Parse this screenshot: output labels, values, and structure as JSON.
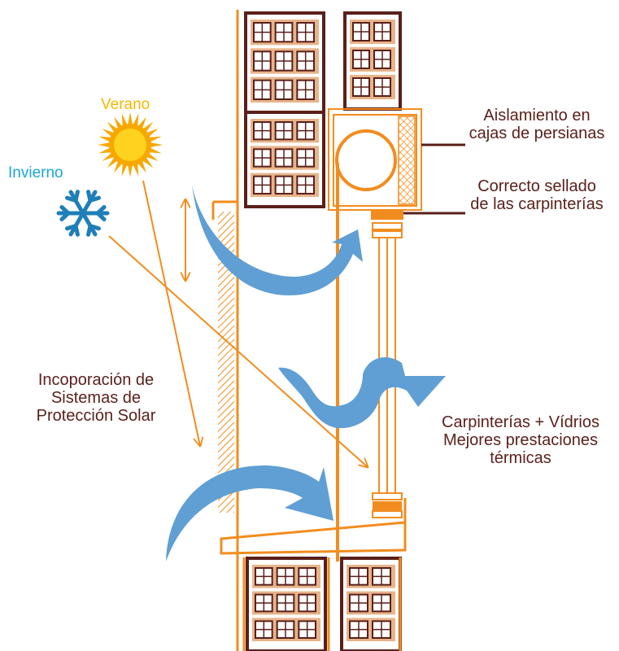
{
  "labels": {
    "verano": "Verano",
    "invierno": "Invierno",
    "aislamiento": [
      "Aislamiento en",
      "cajas de persianas"
    ],
    "sellado": [
      "Correcto sellado",
      "de las carpinterías"
    ],
    "proteccion": [
      "Incoporación de",
      "Sistemas de",
      "Protección Solar"
    ],
    "carpinterias": [
      "Carpinterías + Vídrios",
      "Mejores prestaciones",
      "térmicas"
    ]
  },
  "colors": {
    "orange": "#f28c1e",
    "brown": "#5a1f1a",
    "tan": "#e8b48a",
    "blue": "#5f9fd3",
    "sun": "#f6a800",
    "sun_core": "#ffd21f",
    "snow": "#1e7fb8",
    "verano_text": "#f5b800",
    "invierno_text": "#1aa7d6"
  },
  "icons": {
    "sun": "sun-icon",
    "snowflake": "snowflake-icon"
  }
}
